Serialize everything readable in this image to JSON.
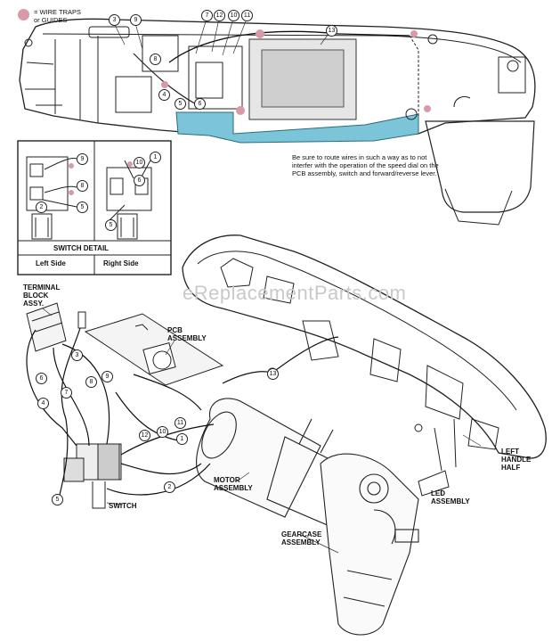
{
  "legend": {
    "line1": "= WIRE TRAPS",
    "line2": "or GUIDES",
    "color": "#d79aa6"
  },
  "note": "Be sure to route wires in such a way as to not interfer with the operation of the speed dial on the PCB assembly, switch and forward/reverse lever.",
  "switch_detail": {
    "title": "SWITCH DETAIL",
    "left": "Left Side",
    "right": "Right Side"
  },
  "watermark": "eReplacementParts.com",
  "labels": {
    "terminal": "TERMINAL\nBLOCK\nASSY.",
    "pcb": "PCB\nASSEMBLY",
    "motor": "MOTOR\nASSEMBLY",
    "gearcase": "GEARCASE\nASSEMBLY",
    "led": "LED\nASSEMBLY",
    "left_handle": "LEFT\nHANDLE\nHALF",
    "switch": "SWITCH"
  },
  "top_callouts": [
    "3",
    "9",
    "7",
    "12",
    "10",
    "11",
    "13",
    "8",
    "4",
    "5",
    "6"
  ],
  "detail_callouts": [
    "9",
    "8",
    "5",
    "2",
    "1",
    "10",
    "6",
    "5"
  ],
  "bottom_callouts": [
    "3",
    "6",
    "7",
    "8",
    "9",
    "4",
    "13",
    "12",
    "10",
    "11",
    "1",
    "2",
    "5"
  ],
  "colors": {
    "wire_trap": "#d79aa6",
    "highlight": "#7cc4d8"
  }
}
